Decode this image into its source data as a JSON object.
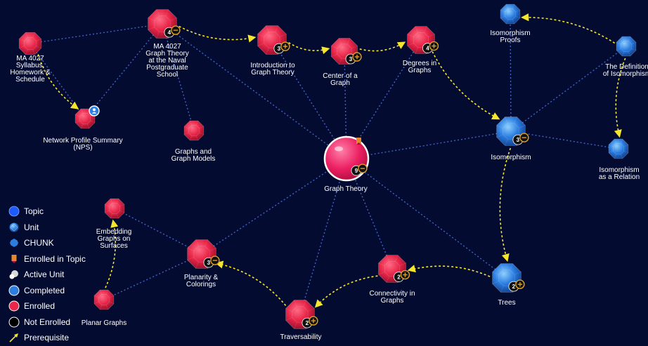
{
  "colors": {
    "background": "#040b30",
    "enrolled": "#e8274a",
    "completed": "#2b7de0",
    "edge": "#3f64c6",
    "prerequisite": "#f5e62d",
    "badge": "#111111",
    "badge_ring": "#e0a020"
  },
  "nodes": [
    {
      "id": "syllabus",
      "label_lines": [
        "MA 4027",
        "Syllabus,",
        "Homework &",
        "Schedule"
      ],
      "status": "enrolled",
      "type": "chunk"
    },
    {
      "id": "ma4027",
      "label_lines": [
        "MA 4027",
        "Graph Theory",
        "at the Naval",
        "Postgraduate",
        "School"
      ],
      "status": "enrolled",
      "type": "unit",
      "badge": "4",
      "badge_symbol": "minus"
    },
    {
      "id": "intro",
      "label_lines": [
        "Introduction to",
        "Graph Theory"
      ],
      "status": "enrolled",
      "type": "unit",
      "badge": "3",
      "badge_symbol": "plus"
    },
    {
      "id": "center",
      "label_lines": [
        "Center of a",
        "Graph"
      ],
      "status": "enrolled",
      "type": "unit",
      "badge": "3",
      "badge_symbol": "plus"
    },
    {
      "id": "degrees",
      "label_lines": [
        "Degrees in",
        "Graphs"
      ],
      "status": "enrolled",
      "type": "unit",
      "badge": "4",
      "badge_symbol": "plus"
    },
    {
      "id": "nps",
      "label_lines": [
        "Network Profile Summary",
        "(NPS)"
      ],
      "status": "enrolled",
      "type": "chunk",
      "active": true
    },
    {
      "id": "models",
      "label_lines": [
        "Graphs and",
        "Graph Models"
      ],
      "status": "enrolled",
      "type": "chunk"
    },
    {
      "id": "graphtheory",
      "label_lines": [
        "Graph Theory"
      ],
      "status": "enrolled",
      "type": "topic",
      "badge": "9",
      "badge_symbol": "minus",
      "flag": true
    },
    {
      "id": "isoproofs",
      "label_lines": [
        "Isomorphism",
        "Proofs"
      ],
      "status": "completed",
      "type": "chunk"
    },
    {
      "id": "isodef",
      "label_lines": [
        "The Definition",
        "of Isomorphism"
      ],
      "status": "completed",
      "type": "chunk"
    },
    {
      "id": "iso",
      "label_lines": [
        "Isomorphism"
      ],
      "status": "completed",
      "type": "unit",
      "badge": "3",
      "badge_symbol": "minus"
    },
    {
      "id": "isorel",
      "label_lines": [
        "Isomorphism",
        "as a Relation"
      ],
      "status": "completed",
      "type": "chunk"
    },
    {
      "id": "embedding",
      "label_lines": [
        "Embedding",
        "Graphs on",
        "Surfaces"
      ],
      "status": "enrolled",
      "type": "chunk"
    },
    {
      "id": "planarity",
      "label_lines": [
        "Planarity &",
        "Colorings"
      ],
      "status": "enrolled",
      "type": "unit",
      "badge": "3",
      "badge_symbol": "minus"
    },
    {
      "id": "planar",
      "label_lines": [
        "Planar Graphs"
      ],
      "status": "enrolled",
      "type": "chunk"
    },
    {
      "id": "traversability",
      "label_lines": [
        "Traversability"
      ],
      "status": "enrolled",
      "type": "unit",
      "badge": "2",
      "badge_symbol": "plus"
    },
    {
      "id": "connectivity",
      "label_lines": [
        "Connectivity in",
        "Graphs"
      ],
      "status": "enrolled",
      "type": "unit",
      "badge": "2",
      "badge_symbol": "plus"
    },
    {
      "id": "trees",
      "label_lines": [
        "Trees"
      ],
      "status": "completed",
      "type": "unit",
      "badge": "2",
      "badge_symbol": "plus"
    }
  ],
  "edges": [
    [
      "syllabus",
      "ma4027"
    ],
    [
      "syllabus",
      "nps"
    ],
    [
      "ma4027",
      "nps"
    ],
    [
      "ma4027",
      "models"
    ],
    [
      "ma4027",
      "graphtheory"
    ],
    [
      "intro",
      "graphtheory"
    ],
    [
      "center",
      "graphtheory"
    ],
    [
      "degrees",
      "graphtheory"
    ],
    [
      "iso",
      "graphtheory"
    ],
    [
      "iso",
      "isoproofs"
    ],
    [
      "iso",
      "isodef"
    ],
    [
      "iso",
      "isorel"
    ],
    [
      "planarity",
      "graphtheory"
    ],
    [
      "traversability",
      "graphtheory"
    ],
    [
      "connectivity",
      "graphtheory"
    ],
    [
      "trees",
      "graphtheory"
    ],
    [
      "planarity",
      "embedding"
    ],
    [
      "planarity",
      "planar"
    ]
  ],
  "prerequisites": [
    [
      "ma4027",
      "intro"
    ],
    [
      "intro",
      "center"
    ],
    [
      "center",
      "degrees"
    ],
    [
      "degrees",
      "iso"
    ],
    [
      "isodef",
      "isoproofs"
    ],
    [
      "isodef",
      "isorel"
    ],
    [
      "iso",
      "trees"
    ],
    [
      "trees",
      "connectivity"
    ],
    [
      "connectivity",
      "traversability"
    ],
    [
      "traversability",
      "planarity"
    ],
    [
      "planar",
      "embedding"
    ],
    [
      "syllabus",
      "nps"
    ]
  ],
  "legend": [
    {
      "label": "Topic",
      "icon": "topic-icon"
    },
    {
      "label": "Unit",
      "icon": "unit-icon"
    },
    {
      "label": "CHUNK",
      "icon": "chunk-icon"
    },
    {
      "label": "Enrolled in Topic",
      "icon": "flag-icon"
    },
    {
      "label": "Active Unit",
      "icon": "active-unit-icon"
    },
    {
      "label": "Completed",
      "icon": "completed-dot-icon"
    },
    {
      "label": "Enrolled",
      "icon": "enrolled-dot-icon"
    },
    {
      "label": "Not Enrolled",
      "icon": "not-enrolled-dot-icon"
    },
    {
      "label": "Prerequisite",
      "icon": "prerequisite-arrow-icon"
    }
  ]
}
